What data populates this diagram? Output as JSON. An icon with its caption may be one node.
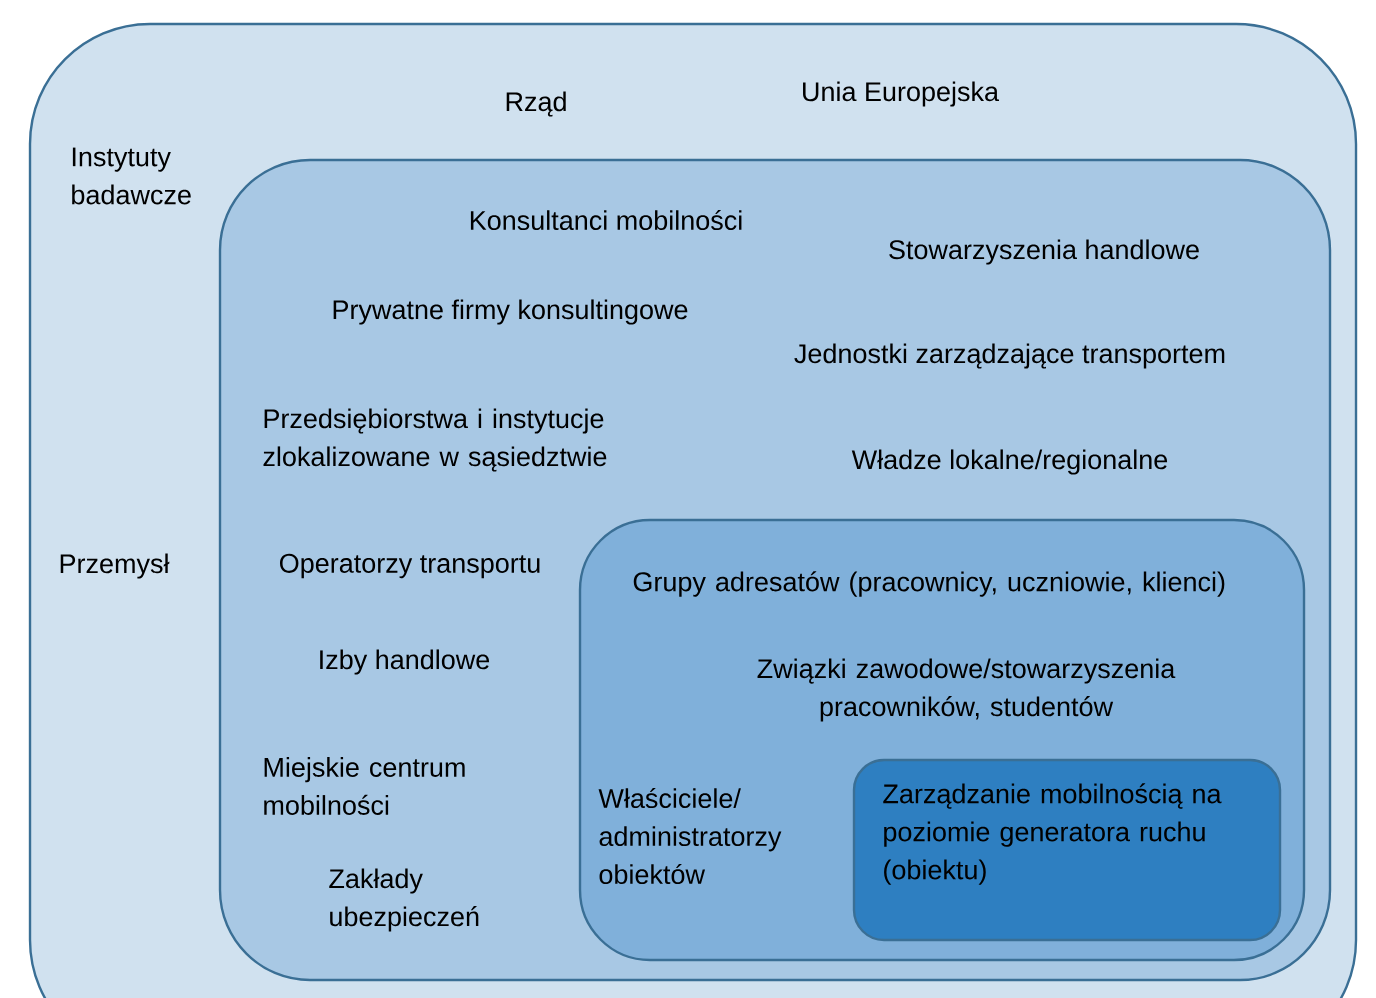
{
  "diagram": {
    "nodes": [
      {
        "text": [
          "Rząd",
          "Unia Europejska",
          "Instytuty badawcze",
          "Przemysł"
        ]
      },
      {
        "text": [
          "Konsultanci mobilności",
          "Stowarzyszenia handlowe",
          "Prywatne firmy konsultingowe",
          "Jednostki zarządzające transportem",
          "Przedsiębiorstwa i instytucje zlokalizowane w sąsiedztwie",
          "Władze lokalne/regionalne",
          "Operatorzy transportu",
          "Izby handlowe",
          "Miejskie centrum mobilności",
          "Zakłady ubezpieczeń"
        ],
        "in": 0
      },
      {
        "text": [
          "Grupy adresatów (pracownicy, uczniowie, klienci)",
          "Związki zawodowe/stowarzyszenia pracowników, studentów",
          "Właściciele/ administratorzy obiektów"
        ],
        "in": 1
      },
      {
        "text": [
          "Zarządzanie mobilnością na poziomie generatora ruchu (obiektu)"
        ],
        "in": 2
      }
    ]
  }
}
